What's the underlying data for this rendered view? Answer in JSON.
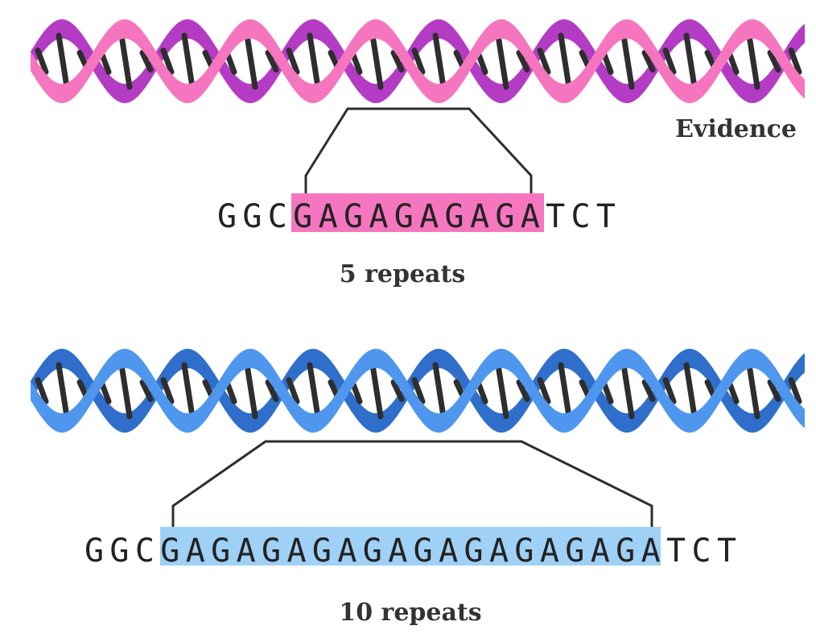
{
  "top_panel": {
    "label": "Evidence",
    "sequence": {
      "prefix": "GGC",
      "repeat_region": "GAGAGAGAGA",
      "suffix": "TCT"
    },
    "caption": "5 repeats",
    "colors": {
      "back_strand": "#b43cc4",
      "front_strand": "#f576be",
      "highlight": "#f576be"
    }
  },
  "bottom_panel": {
    "sequence": {
      "prefix": "GGC",
      "repeat_region": "GAGAGAGAGAGAGAGAGAGA",
      "suffix": "TCT"
    },
    "caption": "10 repeats",
    "colors": {
      "back_strand": "#2f6fcb",
      "front_strand": "#4f97ee",
      "highlight": "#9fd0f5"
    }
  },
  "base_pair_color": "#2e2e2e",
  "bracket_color": "#2e2e2e"
}
